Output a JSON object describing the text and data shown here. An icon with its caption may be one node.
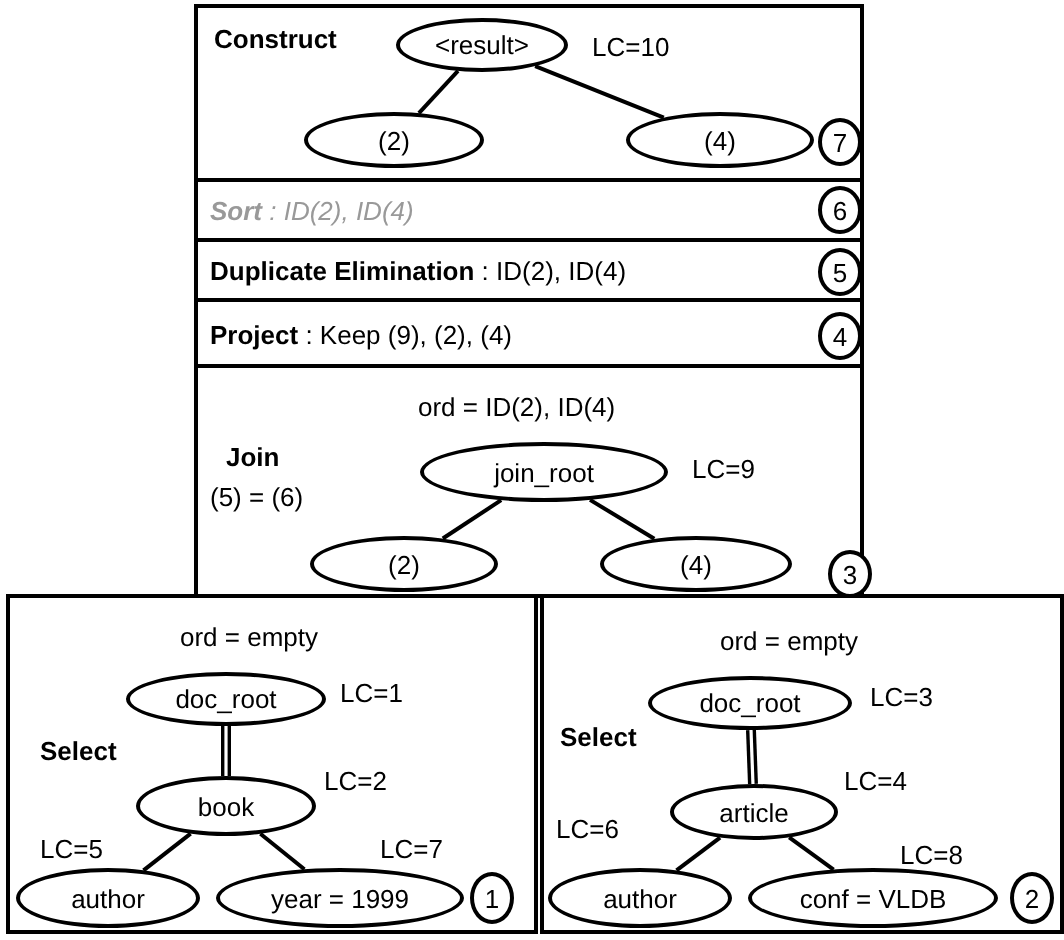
{
  "diagram": {
    "nodes": [
      {
        "text": [
          "Construct"
        ]
      },
      {
        "text": [
          "<result>"
        ],
        "in": 0,
        "beside": [
          "LC=10"
        ]
      },
      {
        "text": [
          "(2)"
        ],
        "in": 0
      },
      {
        "text": [
          "(4)"
        ],
        "in": 0
      },
      {
        "text": [
          "7"
        ],
        "in": 0
      },
      {
        "text": [
          "**Sort** : ID(2), ID(4)"
        ]
      },
      {
        "text": [
          "6"
        ],
        "in": 5
      },
      {
        "text": [
          "**Duplicate Elimination** : ID(2), ID(4)"
        ]
      },
      {
        "text": [
          "5"
        ],
        "in": 7
      },
      {
        "text": [
          "**Project** : Keep (9), (2), (4)"
        ]
      },
      {
        "text": [
          "4"
        ],
        "in": 9
      },
      {
        "text": [
          "ord = ID(2), ID(4)",
          "Join",
          "(5) = (6)"
        ]
      },
      {
        "text": [
          "join_root"
        ],
        "in": 11,
        "beside": [
          "LC=9"
        ]
      },
      {
        "text": [
          "(2)"
        ],
        "in": 11
      },
      {
        "text": [
          "(4)"
        ],
        "in": 11
      },
      {
        "text": [
          "3"
        ],
        "in": 11
      },
      {
        "text": [
          "ord = empty",
          "Select"
        ]
      },
      {
        "text": [
          "doc_root"
        ],
        "in": 16,
        "beside": [
          "LC=1"
        ]
      },
      {
        "text": [
          "book"
        ],
        "in": 16,
        "beside": [
          "LC=2"
        ]
      },
      {
        "text": [
          "author"
        ],
        "in": 16,
        "beside": [
          "LC=5"
        ]
      },
      {
        "text": [
          "year = 1999"
        ],
        "in": 16,
        "beside": [
          "LC=7"
        ]
      },
      {
        "text": [
          "1"
        ],
        "in": 16
      },
      {
        "text": [
          "ord = empty",
          "Select"
        ]
      },
      {
        "text": [
          "doc_root"
        ],
        "in": 22,
        "beside": [
          "LC=3"
        ]
      },
      {
        "text": [
          "article"
        ],
        "in": 22,
        "beside": [
          "LC=4"
        ]
      },
      {
        "text": [
          "author"
        ],
        "in": 22,
        "beside": [
          "LC=6"
        ]
      },
      {
        "text": [
          "conf = VLDB"
        ],
        "in": 22,
        "beside": [
          "LC=8"
        ]
      },
      {
        "text": [
          "2"
        ],
        "in": 22
      }
    ],
    "edges": [
      {
        "from": 1,
        "to": 2,
        "arrow": "none"
      },
      {
        "from": 1,
        "to": 3,
        "arrow": "none"
      },
      {
        "from": 12,
        "to": 13,
        "arrow": "none"
      },
      {
        "from": 12,
        "to": 14,
        "arrow": "none"
      },
      {
        "from": 17,
        "to": 18,
        "arrow": "none",
        "style": "thick"
      },
      {
        "from": 18,
        "to": 19,
        "arrow": "none"
      },
      {
        "from": 18,
        "to": 20,
        "arrow": "none"
      },
      {
        "from": 23,
        "to": 24,
        "arrow": "none",
        "style": "thick"
      },
      {
        "from": 24,
        "to": 25,
        "arrow": "none"
      },
      {
        "from": 24,
        "to": 26,
        "arrow": "none"
      }
    ]
  }
}
